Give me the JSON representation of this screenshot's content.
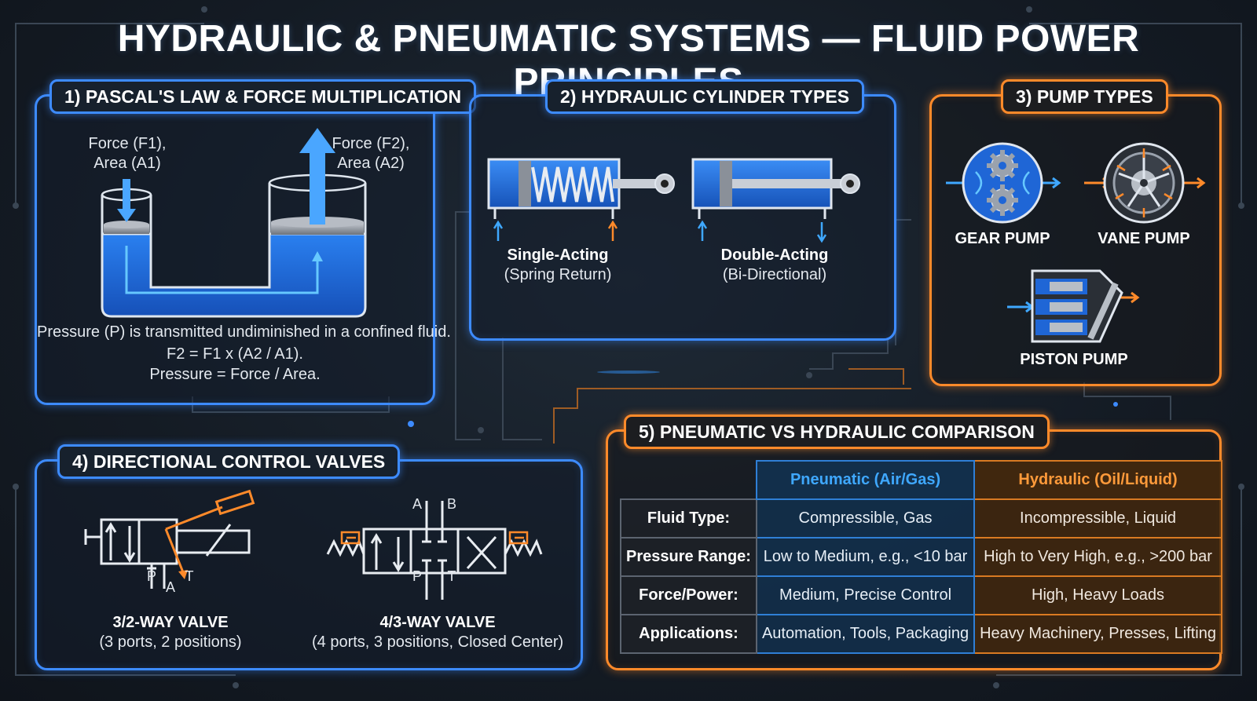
{
  "title": "HYDRAULIC & PNEUMATIC SYSTEMS — FLUID POWER PRINCIPLES",
  "colors": {
    "blue_accent": "#3d8bff",
    "orange_accent": "#ff8a2a",
    "fluid_blue": "#1f6fe0",
    "background": "#141b24"
  },
  "pascal": {
    "title": "1) PASCAL'S LAW & FORCE MULTIPLICATION",
    "f1_line1": "Force (F1),",
    "f1_line2": "Area (A1)",
    "f2_line1": "Force (F2),",
    "f2_line2": "Area (A2)",
    "desc1": "Pressure (P) is transmitted undiminished in a confined fluid.",
    "desc2": "F2 = F1 x (A2 / A1).",
    "desc3": "Pressure = Force / Area."
  },
  "cylinders": {
    "title": "2) HYDRAULIC CYLINDER TYPES",
    "single_name": "Single-Acting",
    "single_sub": "(Spring Return)",
    "double_name": "Double-Acting",
    "double_sub": "(Bi-Directional)"
  },
  "pumps": {
    "title": "3) PUMP TYPES",
    "gear": "GEAR PUMP",
    "vane": "VANE PUMP",
    "piston": "PISTON PUMP"
  },
  "valves": {
    "title": "4) DIRECTIONAL CONTROL VALVES",
    "v32_name": "3/2-WAY VALVE",
    "v32_sub": "(3 ports, 2 positions)",
    "v43_name": "4/3-WAY VALVE",
    "v43_sub": "(4 ports, 3 positions, Closed Center)",
    "port_p": "P",
    "port_a": "A",
    "port_t": "T",
    "port_b": "B"
  },
  "comparison": {
    "title": "5) PNEUMATIC VS HYDRAULIC COMPARISON",
    "col_pneumatic": "Pneumatic (Air/Gas)",
    "col_hydraulic": "Hydraulic (Oil/Liquid)",
    "rows": [
      {
        "label": "Fluid Type:",
        "pneumatic": "Compressible, Gas",
        "hydraulic": "Incompressible, Liquid"
      },
      {
        "label": "Pressure Range:",
        "pneumatic": "Low to Medium, e.g., <10 bar",
        "hydraulic": "High to Very High, e.g., >200 bar"
      },
      {
        "label": "Force/Power:",
        "pneumatic": "Medium, Precise Control",
        "hydraulic": "High, Heavy Loads"
      },
      {
        "label": "Applications:",
        "pneumatic": "Automation, Tools, Packaging",
        "hydraulic": "Heavy Machinery, Presses, Lifting"
      }
    ]
  }
}
